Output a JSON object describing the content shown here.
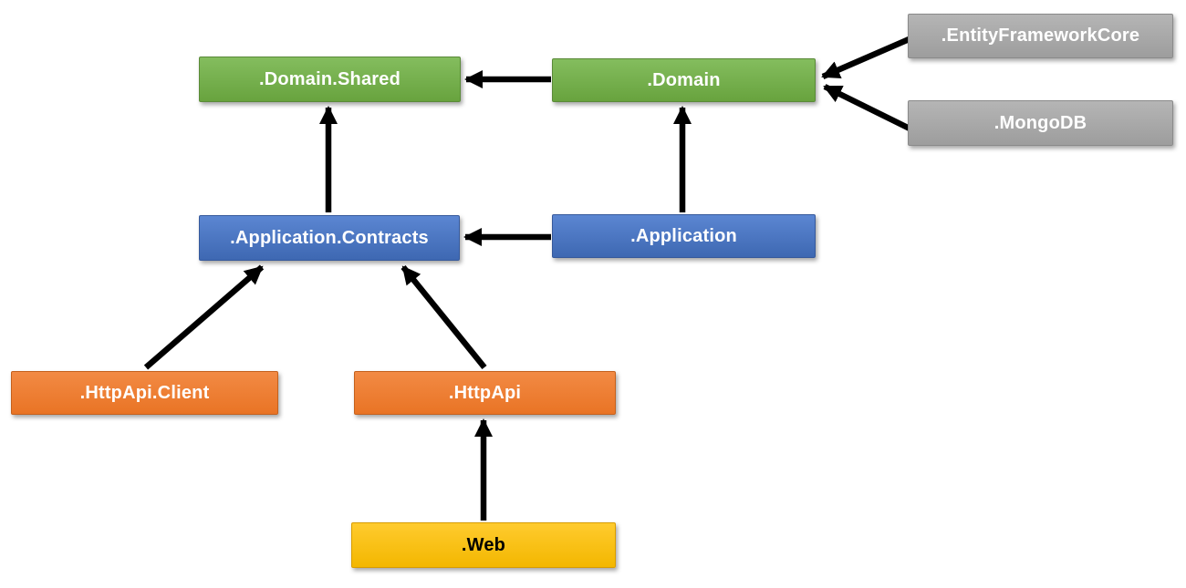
{
  "diagram": {
    "nodes": [
      {
        "id": "domain-shared",
        "label": ".Domain.Shared",
        "color": "green"
      },
      {
        "id": "domain",
        "label": ".Domain",
        "color": "green"
      },
      {
        "id": "entity-framework-core",
        "label": ".EntityFrameworkCore",
        "color": "gray"
      },
      {
        "id": "mongodb",
        "label": ".MongoDB",
        "color": "gray"
      },
      {
        "id": "application-contracts",
        "label": ".Application.Contracts",
        "color": "blue"
      },
      {
        "id": "application",
        "label": ".Application",
        "color": "blue"
      },
      {
        "id": "httpapi-client",
        "label": ".HttpApi.Client",
        "color": "orange"
      },
      {
        "id": "httpapi",
        "label": ".HttpApi",
        "color": "orange"
      },
      {
        "id": "web",
        "label": ".Web",
        "color": "gold"
      }
    ],
    "edges": [
      {
        "from": "domain",
        "to": "domain-shared"
      },
      {
        "from": "application-contracts",
        "to": "domain-shared"
      },
      {
        "from": "application",
        "to": "domain"
      },
      {
        "from": "application",
        "to": "application-contracts"
      },
      {
        "from": "entity-framework-core",
        "to": "domain"
      },
      {
        "from": "mongodb",
        "to": "domain"
      },
      {
        "from": "httpapi-client",
        "to": "application-contracts"
      },
      {
        "from": "httpapi",
        "to": "application-contracts"
      },
      {
        "from": "web",
        "to": "httpapi"
      }
    ],
    "colors": {
      "green": {
        "top": "#84bd5e",
        "bottom": "#68a33e",
        "border": "#5a8a38",
        "text": "#ffffff"
      },
      "blue": {
        "top": "#5b86d2",
        "bottom": "#3e68b2",
        "border": "#36599b",
        "text": "#ffffff"
      },
      "orange": {
        "top": "#f28a44",
        "bottom": "#e97425",
        "border": "#c4611d",
        "text": "#ffffff"
      },
      "gray": {
        "top": "#b5b5b5",
        "bottom": "#9d9d9d",
        "border": "#8a8a8a",
        "text": "#ffffff"
      },
      "gold": {
        "top": "#ffcb2e",
        "bottom": "#f3b700",
        "border": "#d89c00",
        "text": "#000000"
      },
      "arrow": "#000000"
    }
  }
}
